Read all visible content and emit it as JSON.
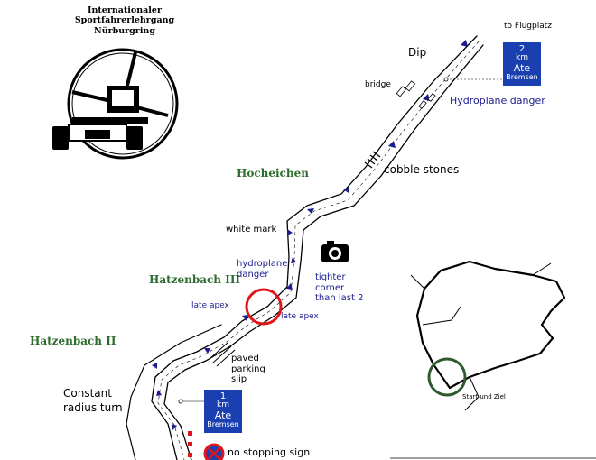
{
  "title": {
    "line1": "Internationaler",
    "line2": "Sportfahrerlehrgang",
    "line3": "Nürburgring"
  },
  "sections": {
    "hocheichen": "Hocheichen",
    "hatzenbach3": "Hatzenbach III",
    "hatzenbach2": "Hatzenbach II"
  },
  "labels": {
    "to_flugplatz": "to Flugplatz",
    "dip": "Dip",
    "bridge": "bridge",
    "hydroplane_danger_top": "Hydroplane danger",
    "cobble_stones": "cobble stones",
    "white_mark": "white mark",
    "hydroplane_danger_mid_1": "hydroplane",
    "hydroplane_danger_mid_2": "danger",
    "tighter_corner_1": "tighter",
    "tighter_corner_2": "corner",
    "tighter_corner_3": "than last 2",
    "late_apex_left": "late apex",
    "late_apex_right": "late apex",
    "paved_parking_1": "paved",
    "paved_parking_2": "parking",
    "paved_parking_3": "slip",
    "constant_radius_1": "Constant",
    "constant_radius_2": "radius turn",
    "no_stopping": "no stopping sign",
    "start_ziel": "Start und Ziel"
  },
  "signs": {
    "top": {
      "distance": "2",
      "unit": "km",
      "brand": "Ate",
      "word": "Bremsen"
    },
    "bottom": {
      "distance": "1",
      "unit": "km",
      "brand": "Ate",
      "word": "Bremsen"
    }
  },
  "colors": {
    "sign_blue": "#1a3fb0",
    "marker_blue": "#1b1b8f",
    "highlight_red": "#e0151b",
    "section_green": "#2e6b2e"
  },
  "icons": [
    "steering-wheel-icon",
    "camera-icon",
    "no-stopping-icon"
  ]
}
